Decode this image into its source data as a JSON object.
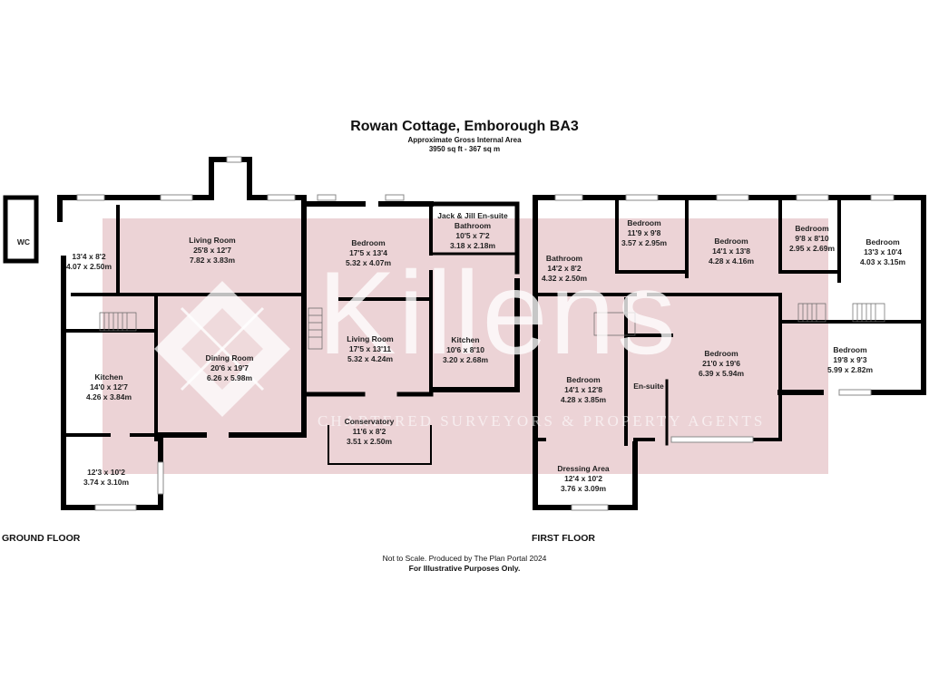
{
  "header": {
    "title": "Rowan Cottage, Emborough BA3",
    "area_label": "Approximate Gross Internal Area",
    "area_value": "3950 sq ft - 367 sq m"
  },
  "watermark": {
    "brand": "Killens",
    "tagline": "CHARTERED SURVEYORS & PROPERTY AGENTS",
    "band_color": "#ecd3d6"
  },
  "ground_floor": {
    "label": "GROUND FLOOR",
    "rooms": [
      {
        "name": "WC",
        "imperial": "",
        "metric": ""
      },
      {
        "name": "",
        "imperial": "13'4 x 8'2",
        "metric": "4.07 x 2.50m"
      },
      {
        "name": "Living Room",
        "imperial": "25'8 x 12'7",
        "metric": "7.82 x 3.83m"
      },
      {
        "name": "Bedroom",
        "imperial": "17'5 x 13'4",
        "metric": "5.32 x 4.07m"
      },
      {
        "name": "Jack & Jill En-suite Bathroom",
        "imperial": "10'5 x 7'2",
        "metric": "3.18 x 2.18m"
      },
      {
        "name": "Dining Room",
        "imperial": "20'6 x 19'7",
        "metric": "6.26 x 5.98m"
      },
      {
        "name": "Living Room",
        "imperial": "17'5 x 13'11",
        "metric": "5.32 x 4.24m"
      },
      {
        "name": "Kitchen",
        "imperial": "10'6 x 8'10",
        "metric": "3.20 x 2.68m"
      },
      {
        "name": "Kitchen",
        "imperial": "14'0 x 12'7",
        "metric": "4.26 x 3.84m"
      },
      {
        "name": "Conservatory",
        "imperial": "11'6 x 8'2",
        "metric": "3.51 x 2.50m"
      },
      {
        "name": "",
        "imperial": "12'3 x 10'2",
        "metric": "3.74 x 3.10m"
      }
    ]
  },
  "first_floor": {
    "label": "FIRST FLOOR",
    "rooms": [
      {
        "name": "Bathroom",
        "imperial": "14'2 x 8'2",
        "metric": "4.32 x 2.50m"
      },
      {
        "name": "Bedroom",
        "imperial": "11'9 x 9'8",
        "metric": "3.57 x 2.95m"
      },
      {
        "name": "Bedroom",
        "imperial": "14'1 x 13'8",
        "metric": "4.28 x 4.16m"
      },
      {
        "name": "Bedroom",
        "imperial": "9'8 x 8'10",
        "metric": "2.95 x 2.69m"
      },
      {
        "name": "Bedroom",
        "imperial": "13'3 x 10'4",
        "metric": "4.03 x 3.15m"
      },
      {
        "name": "Bedroom",
        "imperial": "21'0 x 19'6",
        "metric": "6.39 x 5.94m"
      },
      {
        "name": "En-suite",
        "imperial": "",
        "metric": ""
      },
      {
        "name": "Bedroom",
        "imperial": "14'1 x 12'8",
        "metric": "4.28 x 3.85m"
      },
      {
        "name": "Bedroom",
        "imperial": "19'8 x 9'3",
        "metric": "5.99 x 2.82m"
      },
      {
        "name": "Dressing Area",
        "imperial": "12'4 x 10'2",
        "metric": "3.76 x 3.09m"
      }
    ]
  },
  "footer": {
    "note": "Not to Scale. Produced by The Plan Portal 2024",
    "disclaimer": "For Illustrative Purposes Only."
  }
}
